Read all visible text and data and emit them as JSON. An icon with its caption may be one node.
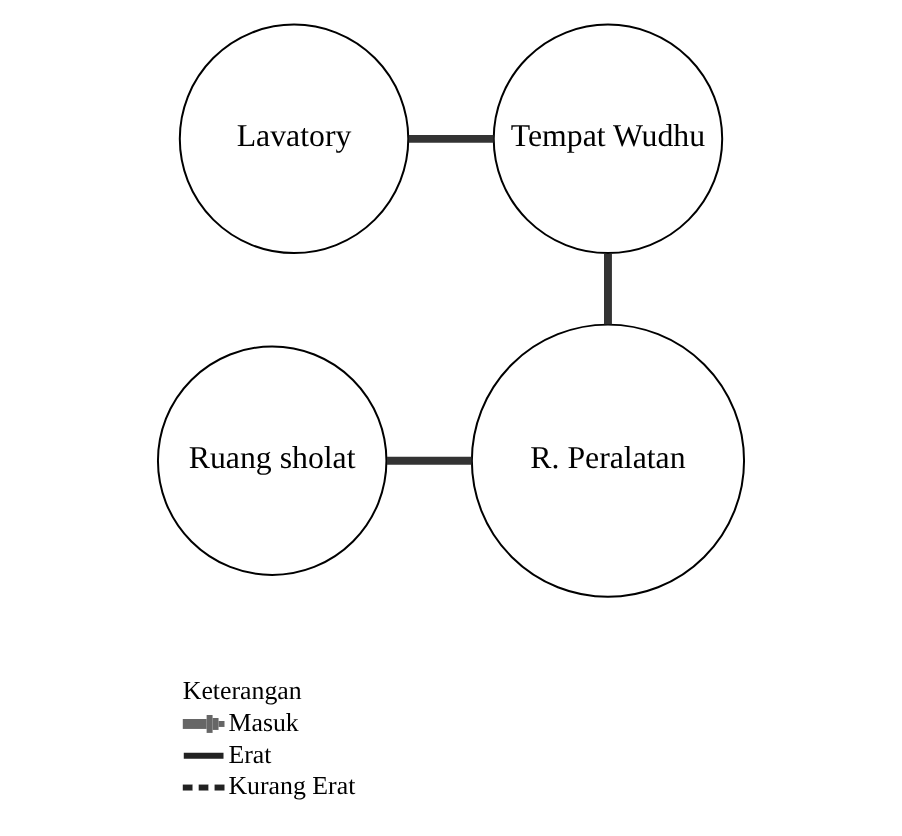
{
  "diagram": {
    "nodes": [
      {
        "text": [
          "Lavatory"
        ]
      },
      {
        "text": [
          "Tempat Wudhu"
        ]
      },
      {
        "text": [
          "Ruang sholat"
        ]
      },
      {
        "text": [
          "R. Peralatan"
        ]
      }
    ],
    "edges": [
      {
        "from": 0,
        "to": 1,
        "arrow": "none"
      },
      {
        "from": 1,
        "to": 3,
        "arrow": "none"
      },
      {
        "from": 2,
        "to": 3,
        "arrow": "none"
      }
    ],
    "labels": [
      "Keterangan"
    ],
    "legend": [
      {
        "text": "Masuk"
      },
      {
        "text": "Erat"
      },
      {
        "text": "Kurang Erat"
      }
    ]
  }
}
